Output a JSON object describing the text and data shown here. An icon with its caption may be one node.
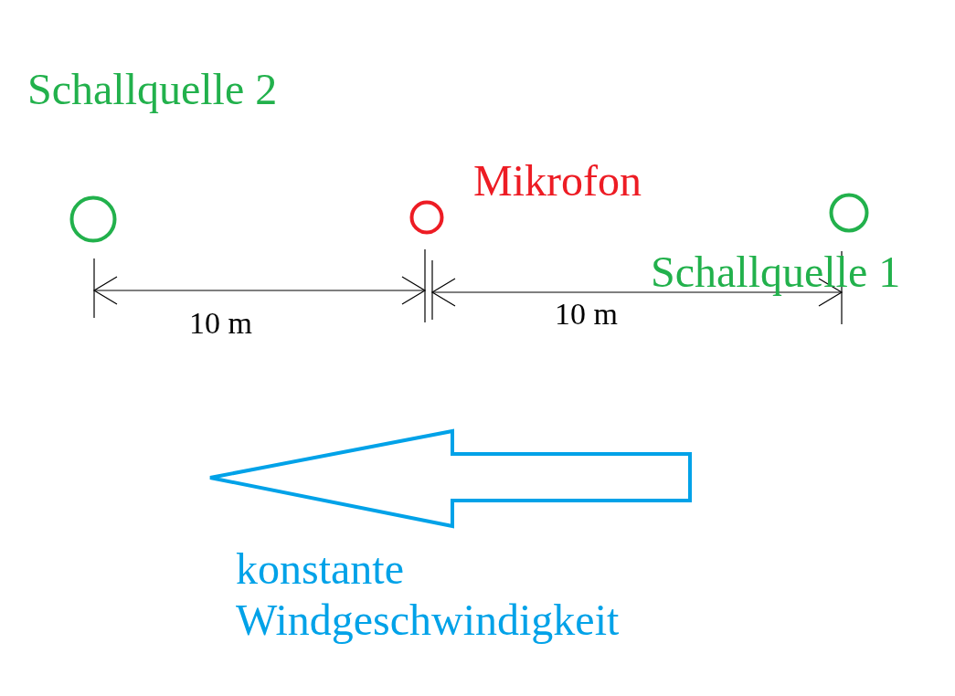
{
  "diagram": {
    "nodes": [
      {
        "text": [],
        "shape": "circle",
        "beside": [
          "Schallquelle 2"
        ]
      },
      {
        "text": [],
        "shape": "circle",
        "beside": [
          "Mikrofon"
        ]
      },
      {
        "text": [],
        "shape": "circle",
        "beside": [
          "Schallquelle 1"
        ]
      },
      {
        "text": [],
        "shape": "arrow",
        "beside": [
          "konstante Windgeschwindigkeit"
        ]
      }
    ],
    "labels": [
      "10 m",
      "10 m"
    ]
  }
}
